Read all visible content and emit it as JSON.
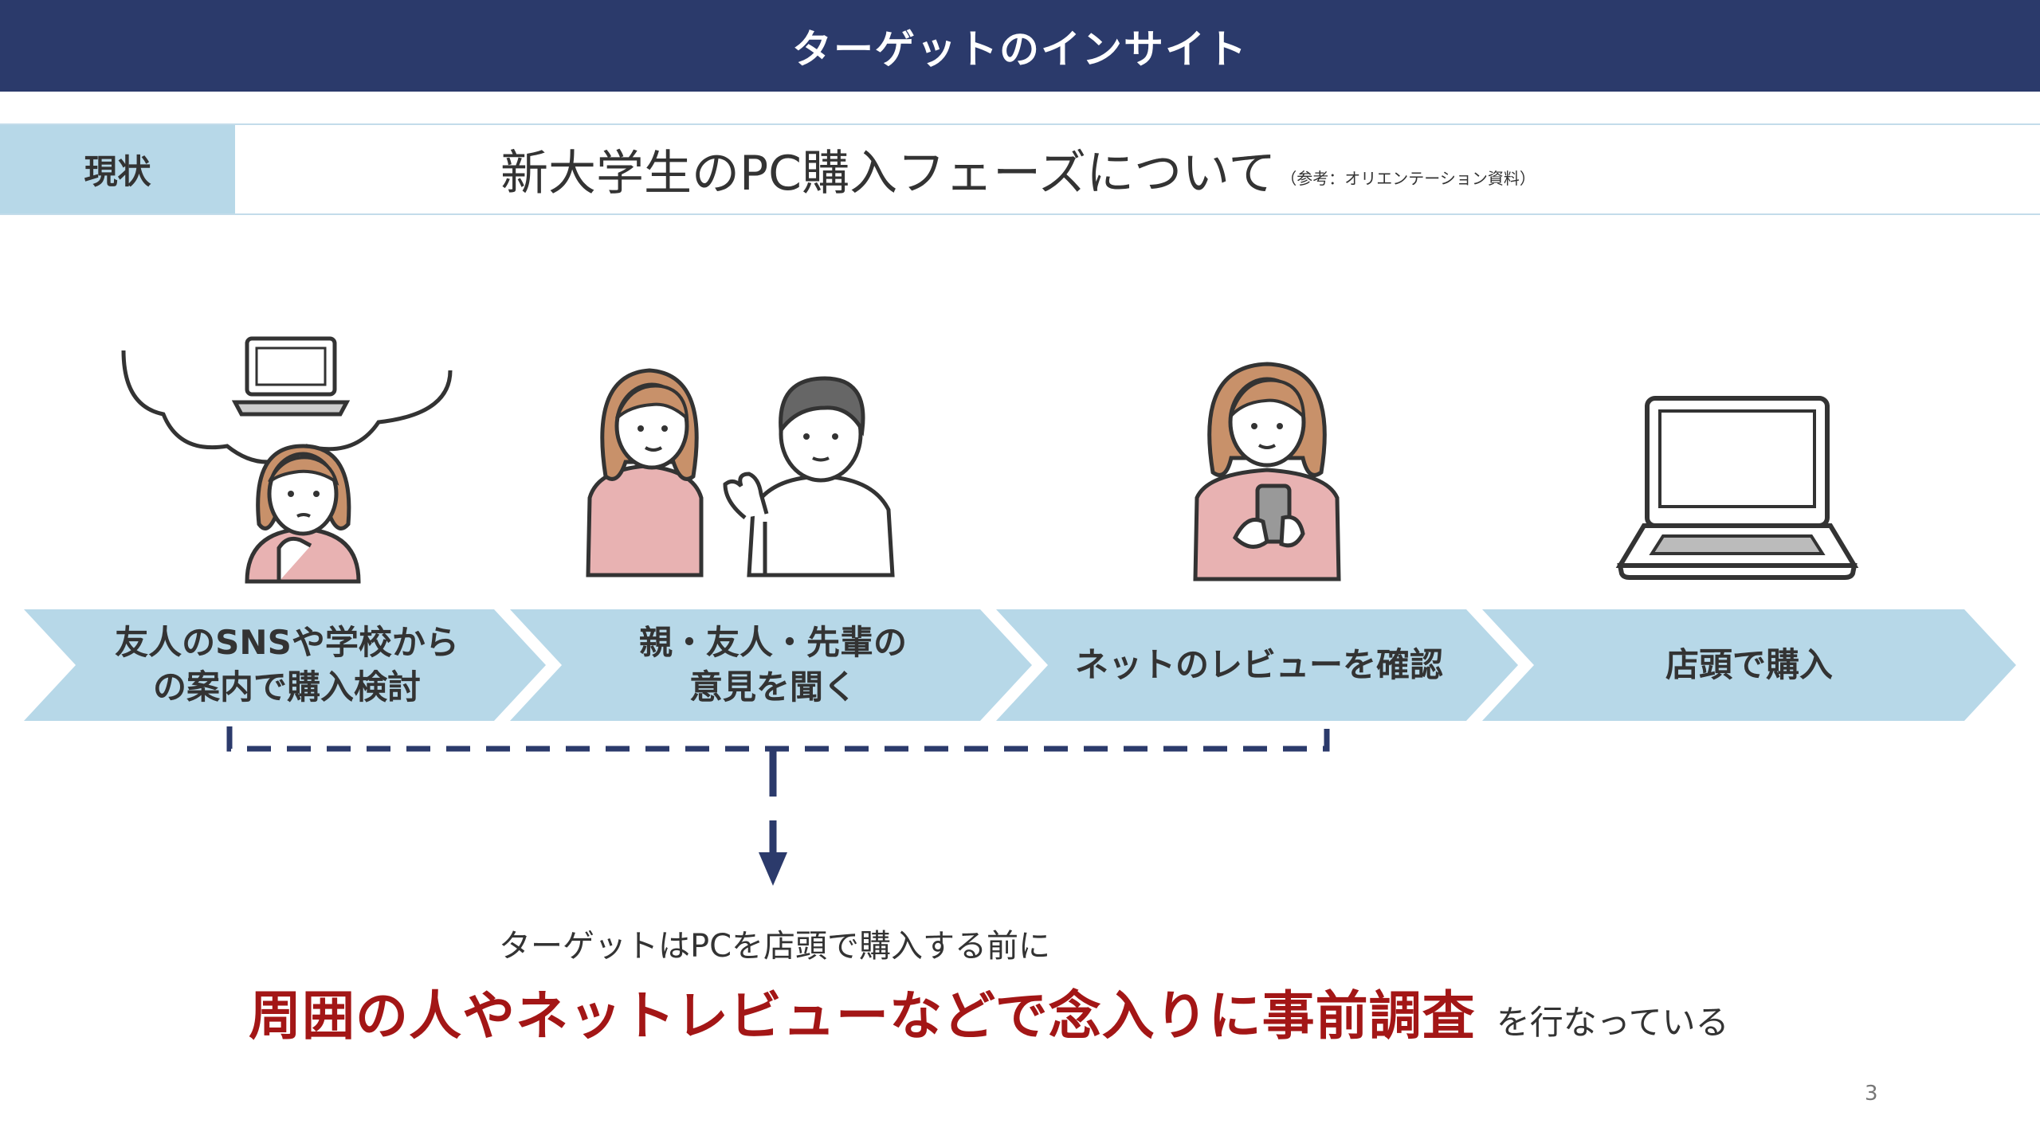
{
  "header": {
    "title": "ターゲットのインサイト"
  },
  "status": {
    "label": "現状",
    "title": "新大学生のPC購入フェーズについて",
    "note": "（参考：オリエンテーション資料）"
  },
  "steps": [
    {
      "line1": "友人のSNSや学校から",
      "line2": "の案内で購入検討"
    },
    {
      "line1": "親・友人・先輩の",
      "line2": "意見を聞く"
    },
    {
      "line1": "ネットのレビューを確認",
      "line2": ""
    },
    {
      "line1": "店頭で購入",
      "line2": ""
    }
  ],
  "conclusion": {
    "sub": "ターゲットはPCを店頭で購入する前に",
    "emphasis": "周囲の人やネットレビューなどで念入りに事前調査",
    "tail": "を行なっている"
  },
  "page_number": "3",
  "colors": {
    "header_bg": "#2b3a6b",
    "label_bg": "#b7d8e8",
    "chevron": "#b7d8e8",
    "emphasis": "#a31616",
    "bracket": "#2b3a6b"
  }
}
